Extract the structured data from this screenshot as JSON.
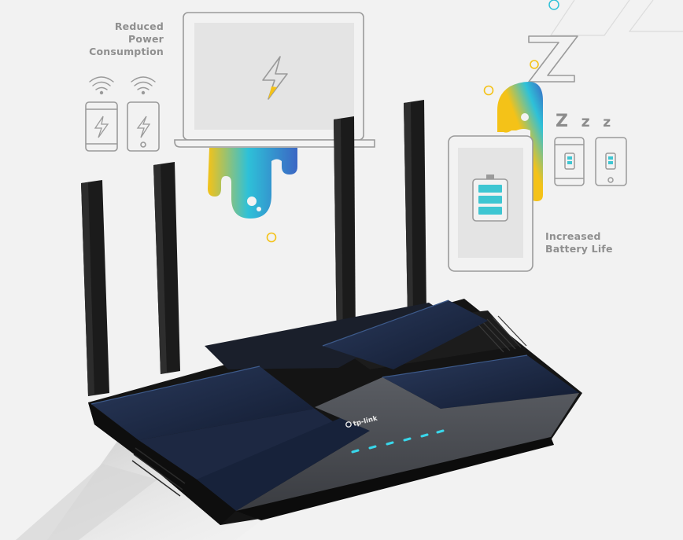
{
  "captions": {
    "left": [
      "Reduced",
      "Power",
      "Consumption"
    ],
    "right": [
      "Increased",
      "Battery Life"
    ]
  },
  "sleep": {
    "z1": "Z",
    "z2": "z",
    "z3": "z"
  },
  "router": {
    "brand": "tp-link"
  },
  "colors": {
    "background": "#f2f2f2",
    "outline": "#9a9a9a",
    "screen": "#e4e4e4",
    "yellow": "#f4c218",
    "cyan": "#2ec1d8",
    "blue": "#3b66c4",
    "battery": "#3ec6d2",
    "router_body": "#141414",
    "router_panel": "#1c2a45",
    "led": "#39d6ea"
  }
}
